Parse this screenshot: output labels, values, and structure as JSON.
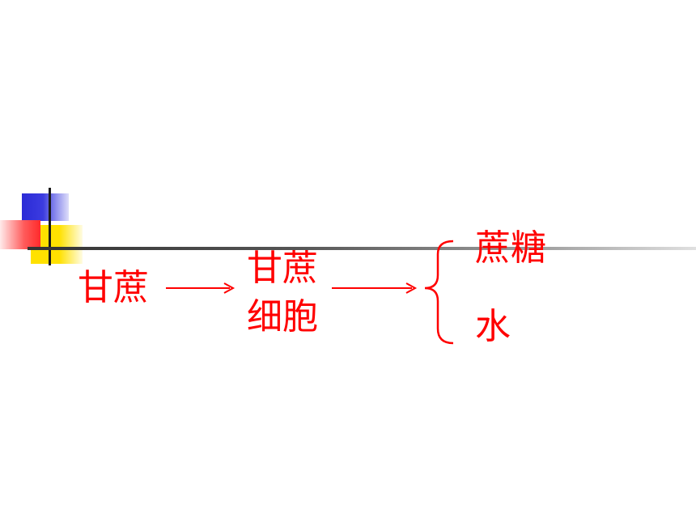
{
  "diagram": {
    "source": "甘蔗",
    "middle_line1": "甘蔗",
    "middle_line2": "细胞",
    "output_top": "蔗糖",
    "output_bottom": "水"
  },
  "colors": {
    "text": "#ff0000",
    "accent_blue": "#2b2bd6",
    "accent_yellow": "#ffe100",
    "accent_red": "#ff2a2a"
  }
}
